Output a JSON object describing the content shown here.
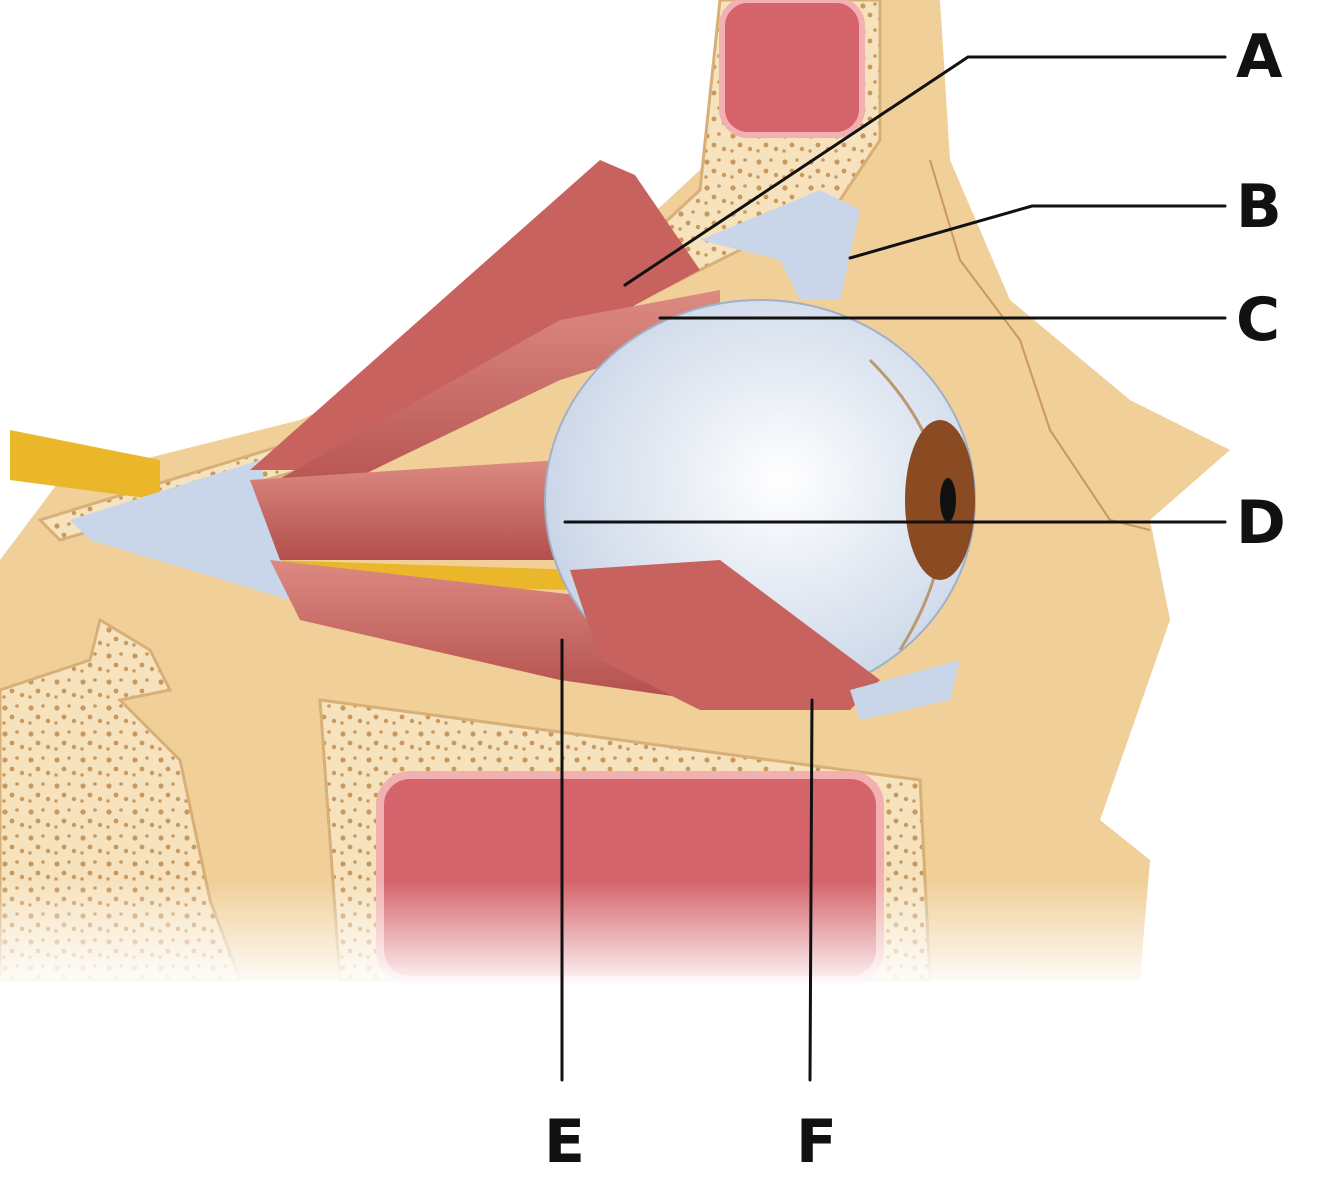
{
  "labels": [
    {
      "id": "A",
      "text": "A"
    },
    {
      "id": "B",
      "text": "B"
    },
    {
      "id": "C",
      "text": "C"
    },
    {
      "id": "D",
      "text": "D"
    },
    {
      "id": "E",
      "text": "E"
    },
    {
      "id": "F",
      "text": "F"
    }
  ],
  "colors": {
    "bone": "#f0cf98",
    "bone_spongy": "#f6e3be",
    "bone_pores": "#c9985f",
    "sinus": "#d4636b",
    "sinus_rim": "#f2b0b0",
    "muscle": "#c8625e",
    "muscle_light": "#dc8a82",
    "tendon": "#c9d6ea",
    "sclera": "#e4ebf5",
    "nerve": "#eab62a",
    "iris": "#8a4a22",
    "leader": "#111111"
  }
}
